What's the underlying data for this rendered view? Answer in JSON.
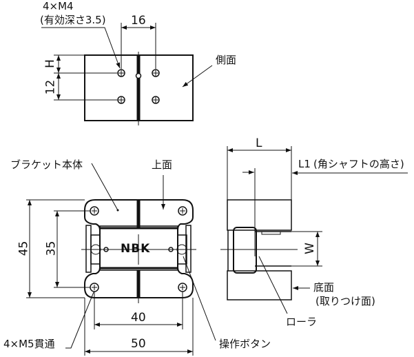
{
  "side_view": {
    "thread_label": "4×M4",
    "depth_label": "(有効深さ3.5)",
    "dim_pitch": "16",
    "dim_h": "H",
    "dim_12": "12",
    "face_label": "側面"
  },
  "front_view": {
    "bracket_label": "ブラケット本体",
    "top_label": "上面",
    "logo": "NBK",
    "dim_45": "45",
    "dim_35": "35",
    "dim_40": "40",
    "dim_50": "50",
    "hole_label": "4×M5貫通",
    "button_label": "操作ボタン"
  },
  "right_view": {
    "dim_l": "L",
    "dim_l1": "L1",
    "l1_desc": "(角シャフトの高さ)",
    "dim_w": "W",
    "bottom_label": "底面",
    "bottom_desc": "(取りつけ面)",
    "roller_label": "ローラ"
  }
}
